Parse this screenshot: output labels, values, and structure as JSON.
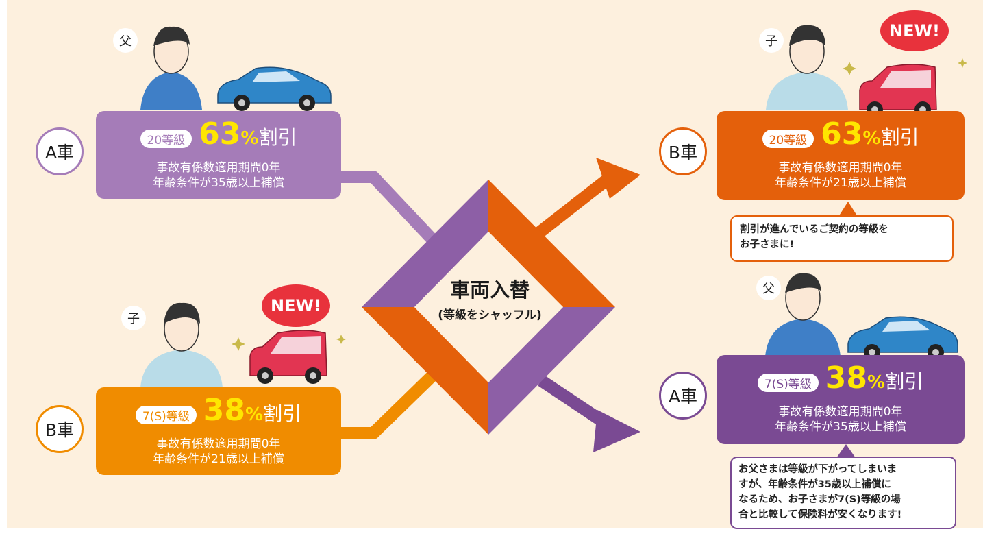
{
  "colors": {
    "background": "#fdf0de",
    "purple_light": "#a57cb8",
    "purple_dark": "#7a4a93",
    "orange_light": "#f08c00",
    "orange_dark": "#e4600b",
    "yellow_highlight": "#ffe600",
    "badge_red": "#e8323c"
  },
  "center": {
    "title": "車両入替",
    "subtitle": "(等級をシャッフル)"
  },
  "left_top": {
    "person_label": "父",
    "car_label": "A車",
    "grade": "20等級",
    "percent": "63",
    "percent_symbol": "%",
    "discount_word": "割引",
    "line1": "事故有係数適用期間0年",
    "line2": "年齢条件が35歳以上補償"
  },
  "left_bottom": {
    "person_label": "子",
    "car_label": "B車",
    "badge": "NEW!",
    "grade": "7(S)等級",
    "percent": "38",
    "percent_symbol": "%",
    "discount_word": "割引",
    "line1": "事故有係数適用期間0年",
    "line2": "年齢条件が21歳以上補償"
  },
  "right_top": {
    "person_label": "子",
    "car_label": "B車",
    "badge": "NEW!",
    "grade": "20等級",
    "percent": "63",
    "percent_symbol": "%",
    "discount_word": "割引",
    "line1": "事故有係数適用期間0年",
    "line2": "年齢条件が21歳以上補償",
    "note_line1": "割引が進んでいるご契約の等級を",
    "note_line2": "お子さまに!"
  },
  "right_bottom": {
    "person_label": "父",
    "car_label": "A車",
    "grade": "7(S)等級",
    "percent": "38",
    "percent_symbol": "%",
    "discount_word": "割引",
    "line1": "事故有係数適用期間0年",
    "line2": "年齢条件が35歳以上補償",
    "note_line1": "お父さまは等級が下がってしまいま",
    "note_line2": "すが、年齢条件が35歳以上補償に",
    "note_line3": "なるため、お子さまが7(S)等級の場",
    "note_line4": "合と比較して保険料が安くなります!"
  },
  "icons": {
    "father": "person-father-icon",
    "child": "person-child-icon",
    "blue_car": "blue-sedan-icon",
    "red_car": "red-kei-car-icon",
    "sparkle": "sparkle-icon"
  }
}
